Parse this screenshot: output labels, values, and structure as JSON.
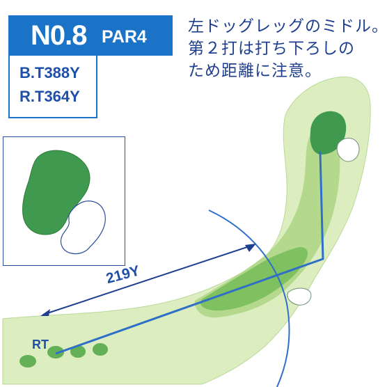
{
  "hole": {
    "number": "N0.8",
    "par": "PAR4"
  },
  "yardage": {
    "back_tee": "B.T388Y",
    "regular_tee": "R.T364Y"
  },
  "description": {
    "lines": [
      "左ドッグレッグのミドル。",
      "第２打は打ち下ろしの",
      "ため距離に注意。"
    ]
  },
  "map": {
    "distance_label": "219Y",
    "tee_label": "RT"
  },
  "colors": {
    "header_blue": "#1a73c6",
    "text_blue": "#1f4fa8",
    "rough": "#d6e9b3",
    "fairway": "#a7cf7c",
    "dark_fairway": "#63b056",
    "green": "#3f9a4f",
    "line_blue": "#2f6fc8"
  }
}
